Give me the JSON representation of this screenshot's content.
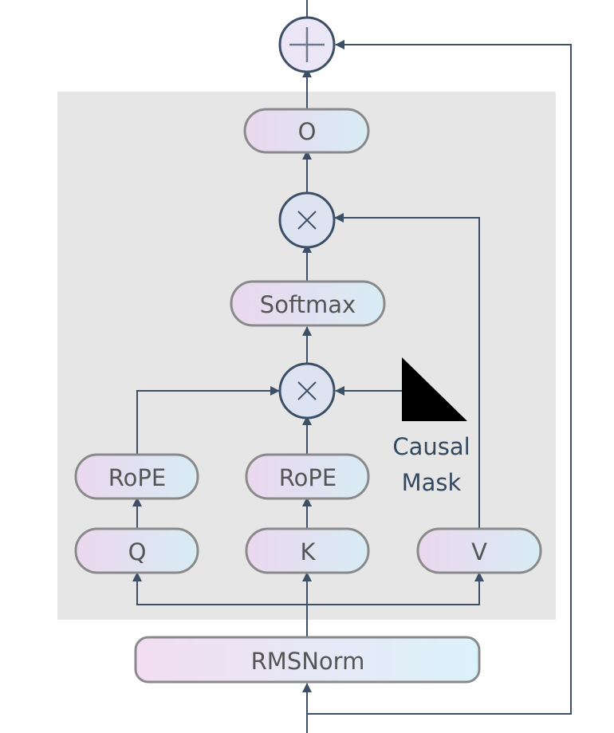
{
  "nodes": {
    "o": "O",
    "softmax": "Softmax",
    "rope_q": "RoPE",
    "rope_k": "RoPE",
    "q": "Q",
    "k": "K",
    "v": "V",
    "rmsnorm": "RMSNorm"
  },
  "causal_mask": {
    "line1": "Causal",
    "line2": "Mask"
  },
  "operators": {
    "top": "add",
    "upper": "multiply",
    "lower": "multiply"
  },
  "colors": {
    "block_background": "#e6e6e6",
    "pill_gradient_start": "#ead7ee",
    "pill_gradient_end": "#d8ecf4",
    "node_border": "#8a8a8a",
    "flow_line": "#3d4f66",
    "operator_fill": "#dde3f0",
    "mask": "#000000"
  }
}
